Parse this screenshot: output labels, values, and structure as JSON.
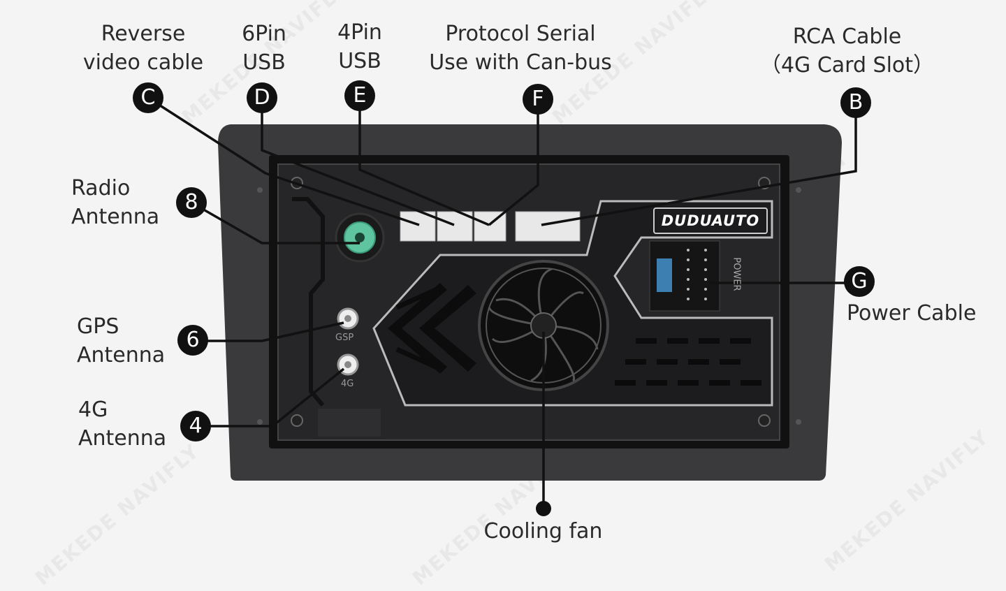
{
  "brand_logo": "DUDUAUTO",
  "watermark": "MEKEDE NAVIFLY",
  "port_labels": {
    "gsp": "GSP",
    "g4": "4G",
    "power": "POWER"
  },
  "callouts": [
    {
      "id": "C",
      "badge": "C",
      "label": "Reverse\nvideo cable"
    },
    {
      "id": "D",
      "badge": "D",
      "label": "6Pin\nUSB"
    },
    {
      "id": "E",
      "badge": "E",
      "label": "4Pin\nUSB"
    },
    {
      "id": "F",
      "badge": "F",
      "label": "Protocol Serial\nUse with Can-bus"
    },
    {
      "id": "B",
      "badge": "B",
      "label": "RCA Cable\n（4G Card Slot）"
    },
    {
      "id": "8",
      "badge": "8",
      "label": "Radio\nAntenna"
    },
    {
      "id": "6",
      "badge": "6",
      "label": "GPS\nAntenna"
    },
    {
      "id": "4",
      "badge": "4",
      "label": "4G\nAntenna"
    },
    {
      "id": "G",
      "badge": "G",
      "label": "Power Cable"
    },
    {
      "id": "fan",
      "badge": "",
      "label": "Cooling fan"
    }
  ],
  "colors": {
    "background": "#f4f4f4",
    "housing": "#3a3a3c",
    "panel": "#1f1f21",
    "badge": "#111111",
    "antenna_green": "#5fc5a0"
  }
}
